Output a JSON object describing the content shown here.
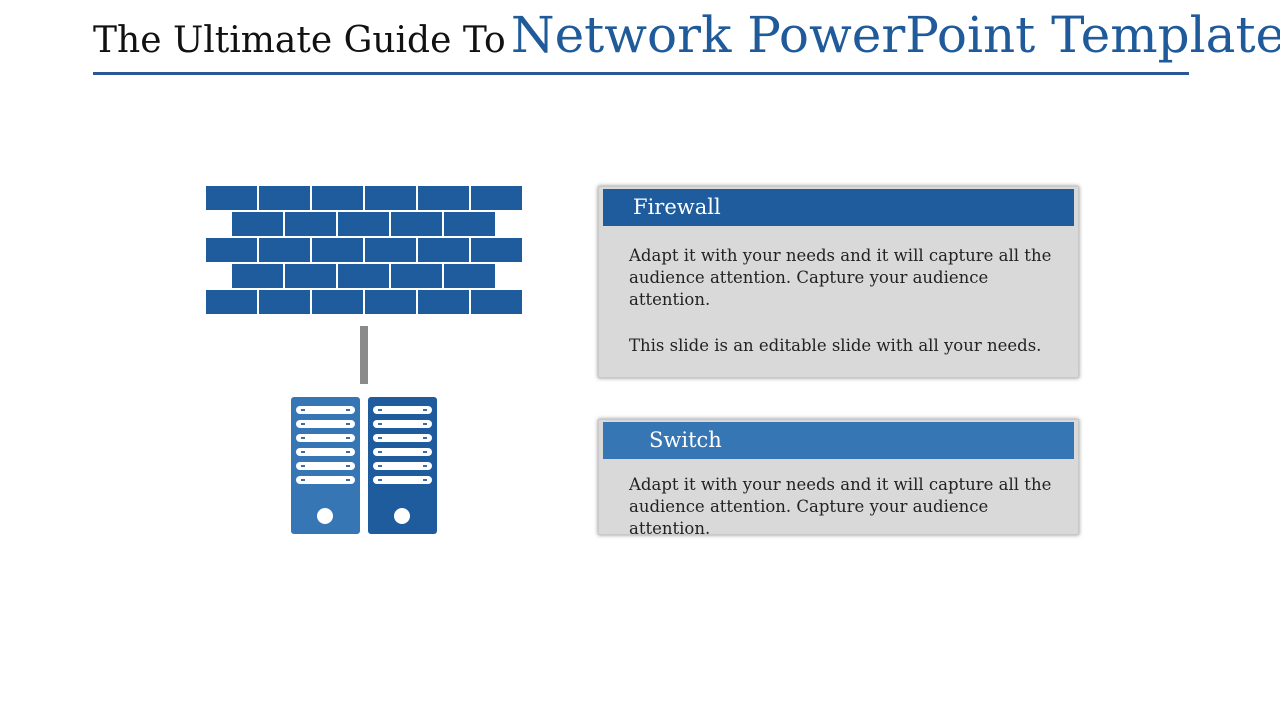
{
  "title": {
    "prefix": "The Ultimate Guide To",
    "highlight": "Network PowerPoint Template"
  },
  "colors": {
    "accent": "#1F5A9A",
    "firewall_header": "#1F5C9E",
    "switch_header": "#3676B5",
    "card_bg": "#D9D9D9",
    "brick": "#1F5C9E",
    "server_left": "#3676B5",
    "server_right": "#1F5C9E",
    "connector": "#8a8a8a"
  },
  "cards": [
    {
      "title": "Firewall",
      "paragraphs": [
        "Adapt it with your needs and it will capture all the audience attention. Capture your audience attention.",
        "This slide is an editable slide with all your needs."
      ]
    },
    {
      "title": "Switch",
      "paragraphs": [
        "Adapt it with your needs and it will capture all the audience attention. Capture your audience attention."
      ]
    }
  ],
  "icons": [
    "brick-wall-firewall-icon",
    "server-rack-icon"
  ]
}
